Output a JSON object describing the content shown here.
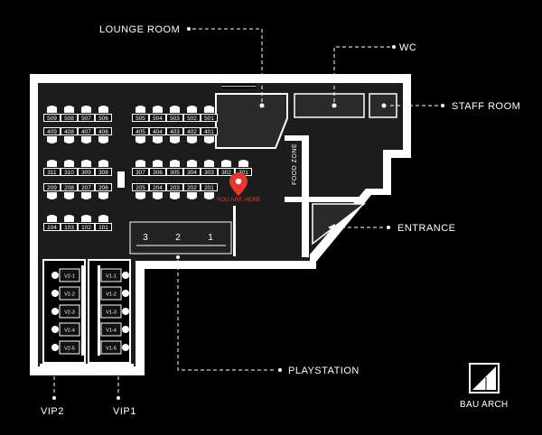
{
  "labels": {
    "lounge_room": "LOUNGE ROOM",
    "wc": "WC",
    "staff_room": "STAFF ROOM",
    "entrance": "ENTRANCE",
    "playstation": "PLAYSTATION",
    "vip1": "VIP1",
    "vip2": "VIP2",
    "food_zone": "FOOD ZONE",
    "you_are_here": "YOU ARE HERE"
  },
  "brand": {
    "name": "BAU ARCH"
  },
  "seats": {
    "row5_left": [
      "509",
      "508",
      "507",
      "506"
    ],
    "row4_left": [
      "409",
      "408",
      "407",
      "406"
    ],
    "row3_left": [
      "311",
      "310",
      "309",
      "308"
    ],
    "row2_left": [
      "209",
      "208",
      "207",
      "206"
    ],
    "row1_left": [
      "104",
      "103",
      "102",
      "101"
    ],
    "row5_right": [
      "505",
      "504",
      "503",
      "502",
      "501"
    ],
    "row4_right": [
      "405",
      "404",
      "403",
      "402",
      "401"
    ],
    "row3_right": [
      "307",
      "306",
      "305",
      "304",
      "303",
      "302",
      "301"
    ],
    "row2_right": [
      "205",
      "204",
      "203",
      "202",
      "201"
    ]
  },
  "playstation_stations": [
    "3",
    "2",
    "1"
  ],
  "vip2_seats": [
    "V2-1",
    "V2-2",
    "V2-3",
    "V2-4",
    "V2-5"
  ],
  "vip1_seats": [
    "V1-1",
    "V1-2",
    "V1-3",
    "V1-4",
    "V1-5"
  ],
  "colors": {
    "marker": "#e6372f",
    "wall": "#ffffff",
    "floor": "#1c1c1c"
  }
}
